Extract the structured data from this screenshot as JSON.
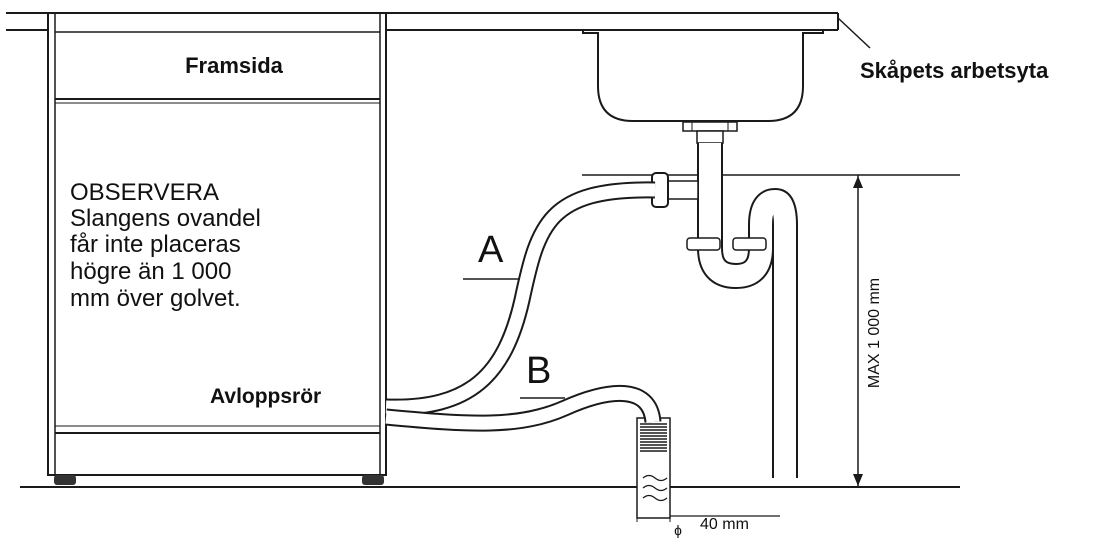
{
  "labels": {
    "front": "Framsida",
    "countertop": "Skåpets arbetsyta",
    "note_lines": [
      "OBSERVERA",
      "Slangens ovandel",
      "får inte placeras",
      "högre än 1 000",
      "mm över golvet."
    ],
    "drain_pipe": "Avloppsrör",
    "hose_a": "A",
    "hose_b": "B",
    "max_height": "MAX 1 000 mm",
    "diameter_symbol": "ɸ",
    "diameter": "40 mm"
  }
}
